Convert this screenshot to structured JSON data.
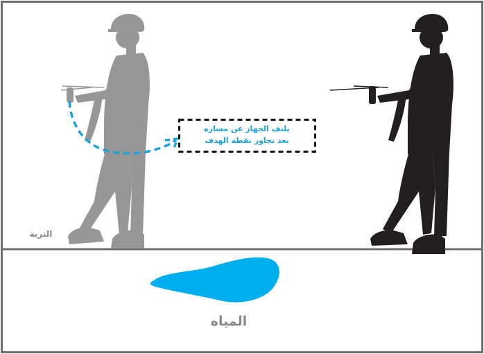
{
  "callout": {
    "line1": "يلتف الجهاز عن مساره",
    "line2": "بعد تجاوز نقطة الهدف"
  },
  "labels": {
    "soil": "التربة",
    "water": "المياه"
  },
  "colors": {
    "frame_border": "#6d6e71",
    "ground_line": "#6d6e71",
    "ghost_figure": "#979797",
    "solid_figure": "#231f20",
    "swing_path": "#1aa3d9",
    "callout_text": "#1aa3d9",
    "callout_border": "#111111",
    "water": "#00aeef",
    "label_gray": "#8a8a8a"
  },
  "icons": {
    "ghost_person": "person-walking-with-detector-icon",
    "solid_person": "person-walking-with-detector-icon"
  }
}
